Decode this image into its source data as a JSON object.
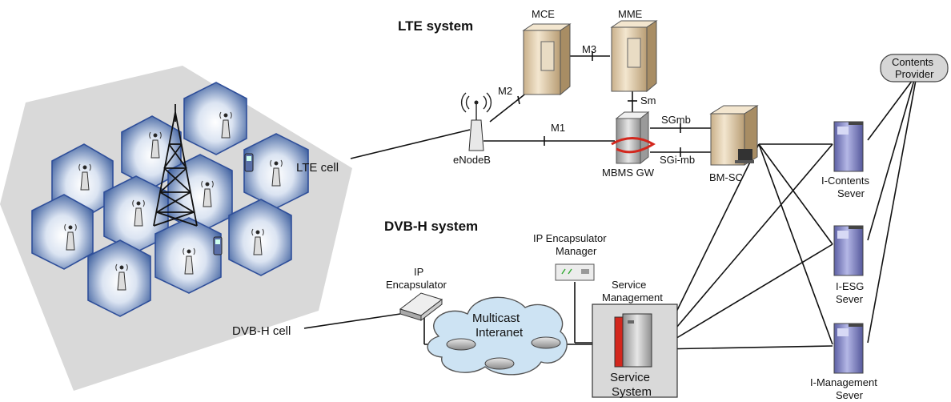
{
  "titles": {
    "lte_system": "LTE system",
    "dvbh_system": "DVB-H system"
  },
  "cells": {
    "lte_cell": "LTE cell",
    "dvbh_cell": "DVB-H cell"
  },
  "lte_nodes": {
    "mce": "MCE",
    "mme": "MME",
    "enodeb": "eNodeB",
    "mbms_gw": "MBMS GW",
    "bm_sc": "BM-SC"
  },
  "interfaces": {
    "m1": "M1",
    "m2": "M2",
    "m3": "M3",
    "sm": "Sm",
    "sgmb": "SGmb",
    "sgimb": "SGi-mb"
  },
  "dvbh_nodes": {
    "ip_encapsulator_l1": "IP",
    "ip_encapsulator_l2": "Encapsulator",
    "ip_encap_manager_l1": "IP Encapsulator",
    "ip_encap_manager_l2": "Manager",
    "multicast_l1": "Multicast",
    "multicast_l2": "Interanet",
    "service_mgmt_l1": "Service",
    "service_mgmt_l2": "Management",
    "service_system_l1": "Service",
    "service_system_l2": "System"
  },
  "servers": {
    "contents_provider_l1": "Contents",
    "contents_provider_l2": "Provider",
    "i_contents_l1": "I-Contents",
    "i_contents_l2": "Sever",
    "i_esg_l1": "I-ESG",
    "i_esg_l2": "Sever",
    "i_mgmt_l1": "I-Management",
    "i_mgmt_l2": "Sever"
  },
  "colors": {
    "cell_edge": "#2f4f9a",
    "cell_fill": "#3d5f9e",
    "background_panel": "#d9d9d9",
    "cloud": "#cde3f3",
    "server_purple": "#8a8ec8",
    "server_beige": "#e6d3b3",
    "accent_red": "#d3271d"
  }
}
